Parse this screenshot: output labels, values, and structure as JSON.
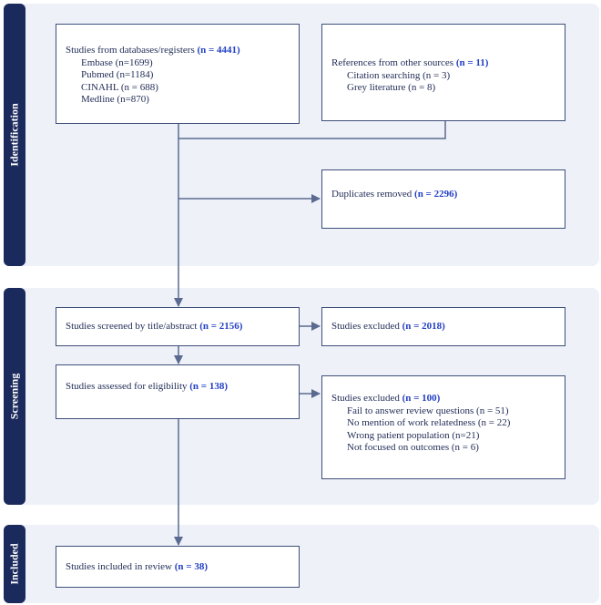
{
  "colors": {
    "panel_bg": "#eef1f8",
    "sidebar_bg": "#1b2a5c",
    "box_border": "#3e4f7a",
    "arrow": "#5a6a90",
    "count_text": "#2340c4"
  },
  "stages": {
    "identification": "Identification",
    "screening": "Screening",
    "included": "Included"
  },
  "identification": {
    "databases": {
      "title": "Studies from databases/registers",
      "count": "(n = 4441)",
      "items": [
        "Embase (n=1699)",
        "Pubmed (n=1184)",
        "CINAHL (n = 688)",
        "Medline (n=870)"
      ]
    },
    "other_sources": {
      "title": "References from other sources",
      "count": "(n = 11)",
      "items": [
        "Citation searching (n = 3)",
        "Grey literature (n = 8)"
      ]
    },
    "duplicates": {
      "title": "Duplicates removed",
      "count": "(n = 2296)"
    }
  },
  "screening": {
    "screened": {
      "title": "Studies screened by title/abstract",
      "count": "(n = 2156)"
    },
    "excluded": {
      "title": "Studies excluded",
      "count": "(n = 2018)"
    },
    "assessed": {
      "title": "Studies assessed for eligibility",
      "count": "(n = 138)",
      "suffix": ")"
    },
    "excluded_full": {
      "title": "Studies excluded",
      "count": "(n = 100)",
      "items": [
        "Fail to answer review questions (n = 51)",
        "No mention of work relatedness (n = 22)",
        "Wrong patient population (n=21)",
        "Not focused on outcomes (n = 6)"
      ]
    }
  },
  "included": {
    "final": {
      "title": "Studies included in review",
      "count": "(n = 38)"
    }
  }
}
